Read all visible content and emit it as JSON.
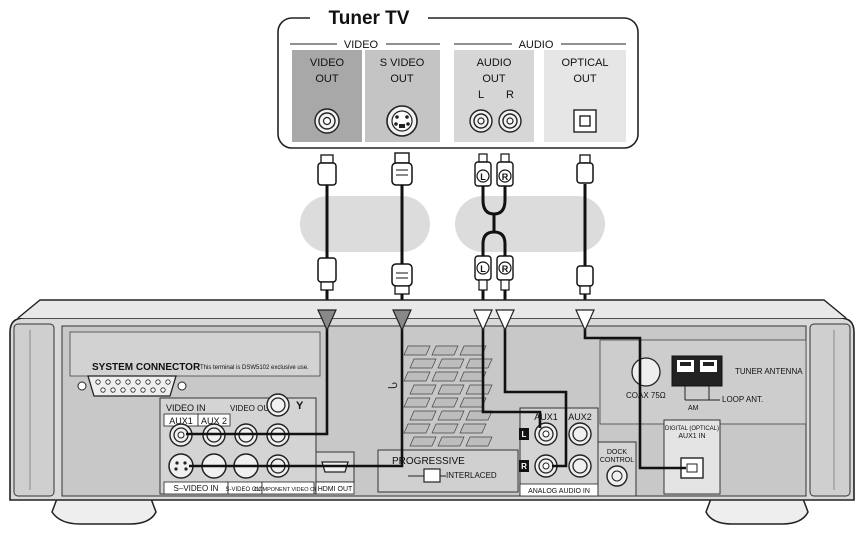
{
  "tuner": {
    "title": "Tuner TV",
    "video_group": "VIDEO",
    "audio_group": "AUDIO",
    "video_out": [
      "VIDEO",
      "OUT"
    ],
    "svideo_out": [
      "S VIDEO",
      "OUT"
    ],
    "audio_out": [
      "AUDIO",
      "OUT"
    ],
    "audio_l": "L",
    "audio_r": "R",
    "optical_out": [
      "OPTICAL",
      "OUT"
    ]
  },
  "cables": {
    "plug_l": "L",
    "plug_r": "R"
  },
  "unit": {
    "system_connector": "SYSTEM CONNECTOR",
    "system_note": "This terminal is DSW5102 exclusive use.",
    "video_in": "VIDEO IN",
    "video_out": "VIDEO OUT",
    "aux1": "AUX1",
    "aux2": "AUX 2",
    "y": "Y",
    "svideo_in": "S–VIDEO IN",
    "svideo_out": "S-VIDEO OUT",
    "component_video_out": "COMPONENT VIDEO OUT",
    "hdmi_out": "HDMI OUT",
    "progressive": "PROGRESSIVE",
    "interlaced": "INTERLACED",
    "audio_aux1": "AUX1",
    "audio_aux2": "AUX2",
    "analog_audio_in": "ANALOG AUDIO IN",
    "badge_l": "L",
    "badge_r": "R",
    "dock_control": [
      "DOCK",
      "CONTROL"
    ],
    "coax": "COAX 75Ω",
    "tuner_antenna": "TUNER ANTENNA",
    "am": "AM",
    "loop_ant": "LOOP ANT.",
    "digital_optical": [
      "DIGITAL (OPTICAL)",
      "AUX1 IN"
    ]
  }
}
